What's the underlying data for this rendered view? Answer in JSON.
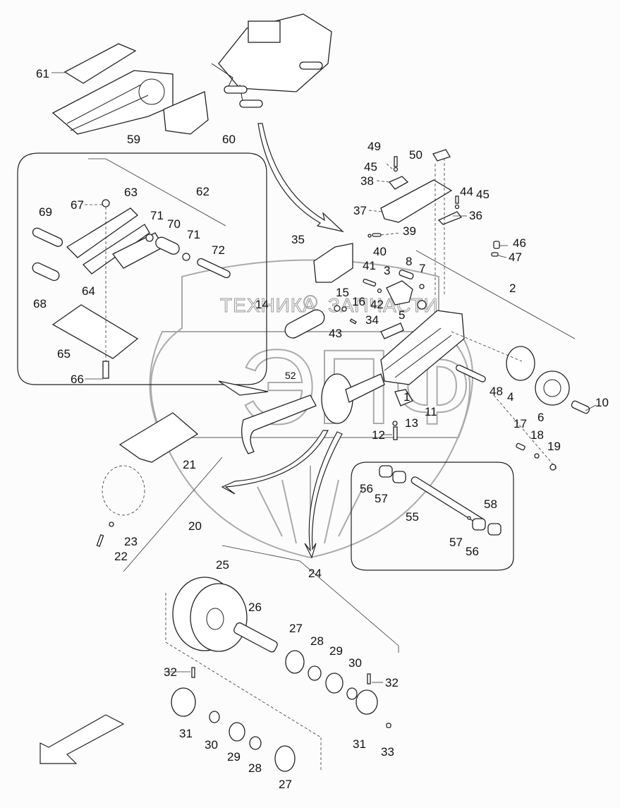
{
  "diagram": {
    "type": "exploded parts diagram",
    "subject": "track undercarriage assembly (road milling machine)",
    "watermark": {
      "logo_letters": "ЭПФ",
      "text_left": "ТЕХНИКА",
      "text_right": "ЗАПЧАСТИ"
    },
    "callouts": {
      "p1": "1",
      "p2": "2",
      "p3": "3",
      "p4": "4",
      "p5": "5",
      "p6": "6",
      "p7": "7",
      "p8": "8",
      "p10": "10",
      "p11": "11",
      "p12": "12",
      "p13": "13",
      "p14": "14",
      "p15": "15",
      "p16": "16",
      "p17": "17",
      "p18": "18",
      "p19": "19",
      "p20": "20",
      "p21": "21",
      "p22": "22",
      "p23": "23",
      "p24": "24",
      "p25": "25",
      "p26": "26",
      "p27a": "27",
      "p27b": "27",
      "p28a": "28",
      "p28b": "28",
      "p29a": "29",
      "p29b": "29",
      "p30a": "30",
      "p30b": "30",
      "p31a": "31",
      "p31b": "31",
      "p32a": "32",
      "p32b": "32",
      "p33": "33",
      "p34": "34",
      "p35": "35",
      "p36": "36",
      "p37": "37",
      "p38": "38",
      "p39": "39",
      "p40": "40",
      "p41": "41",
      "p42": "42",
      "p43": "43",
      "p44": "44",
      "p45a": "45",
      "p45b": "45",
      "p46": "46",
      "p47": "47",
      "p48": "48",
      "p49": "49",
      "p50": "50",
      "p52": "52",
      "p55": "55",
      "p56a": "56",
      "p56b": "56",
      "p57a": "57",
      "p57b": "57",
      "p58": "58",
      "p59": "59",
      "p60": "60",
      "p61": "61",
      "p62": "62",
      "p63": "63",
      "p64": "64",
      "p65": "65",
      "p66": "66",
      "p67": "67",
      "p68": "68",
      "p69": "69",
      "p70": "70",
      "p71a": "71",
      "p71b": "71",
      "p72": "72"
    }
  }
}
